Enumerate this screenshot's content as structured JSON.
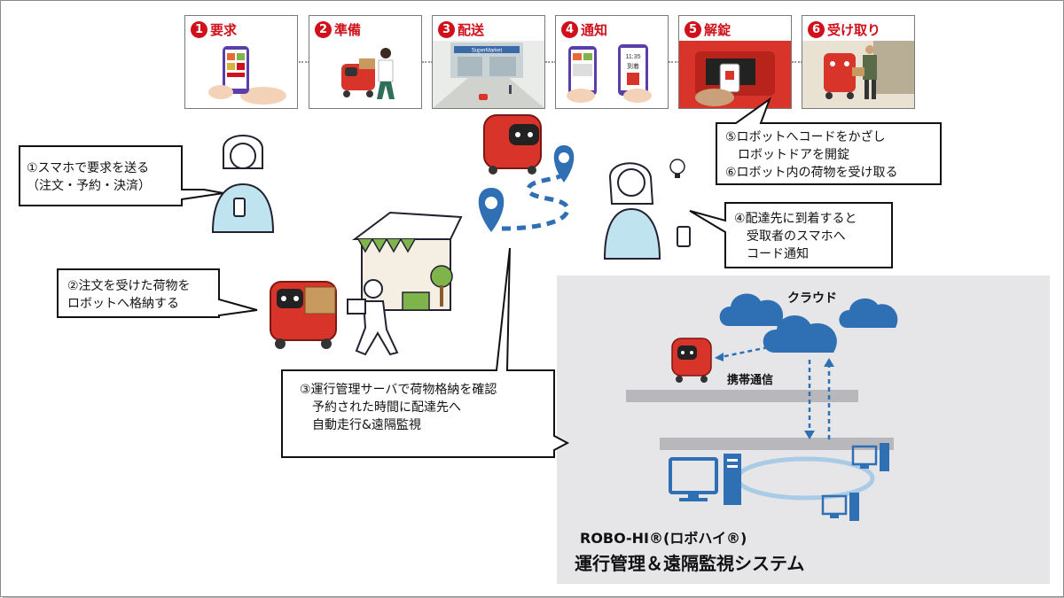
{
  "steps": [
    {
      "num": "1",
      "label": "要求"
    },
    {
      "num": "2",
      "label": "準備"
    },
    {
      "num": "3",
      "label": "配送"
    },
    {
      "num": "4",
      "label": "通知"
    },
    {
      "num": "5",
      "label": "解錠"
    },
    {
      "num": "6",
      "label": "受け取り"
    }
  ],
  "step_images": {
    "store_sign": "SuperMarket",
    "phone_time": "11:35",
    "phone_text": "到着"
  },
  "callouts": {
    "request": "①スマホで要求を送る\n（注文・予約・決済）",
    "store": "②注文を受けた荷物を\nロボットへ格納する",
    "server": "③運行管理サーバで荷物格納を確認\n　予約された時間に配達先へ\n　自動走行&遠隔監視",
    "notify": "④配達先に到着すると\n　受取者のスマホへ\n　コード通知",
    "unlock": "⑤ロボットへコードをかざし\n　ロボットドアを開錠\n⑥ロボット内の荷物を受け取る"
  },
  "system": {
    "cloud_label": "クラウド",
    "comm_label": "携帯通信",
    "product": "ROBO-HI®(ロボハイ®)",
    "system_name": "運行管理＆遠隔監視システム"
  },
  "colors": {
    "accent_red": "#d0101a",
    "robot_red": "#d9342a",
    "cloud_blue": "#2f6fb3",
    "pin_blue": "#2f6fb3",
    "panel_gray": "#e6e6e9"
  }
}
